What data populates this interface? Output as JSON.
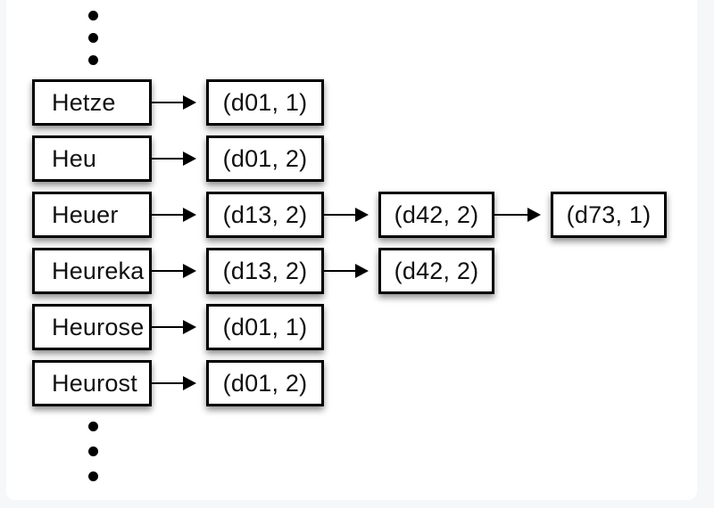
{
  "diagram": {
    "type": "inverted-index-posting-lists",
    "rows": [
      {
        "term": "Hetze",
        "postings": [
          "(d01, 1)"
        ]
      },
      {
        "term": "Heu",
        "postings": [
          "(d01, 2)"
        ]
      },
      {
        "term": "Heuer",
        "postings": [
          "(d13, 2)",
          "(d42, 2)",
          "(d73, 1)"
        ]
      },
      {
        "term": "Heureka",
        "postings": [
          "(d13, 2)",
          "(d42, 2)"
        ]
      },
      {
        "term": "Heurose",
        "postings": [
          "(d01, 1)"
        ]
      },
      {
        "term": "Heurost",
        "postings": [
          "(d01, 2)"
        ]
      }
    ],
    "continuation": {
      "top_icon": "vertical-ellipsis-icon",
      "bottom_icon": "vertical-ellipsis-icon"
    },
    "colors": {
      "background": "#f6f7f8",
      "panel": "#ffffff",
      "box_fill": "#ffffff",
      "box_border": "#000000",
      "arrow": "#000000",
      "text": "#111111"
    }
  }
}
